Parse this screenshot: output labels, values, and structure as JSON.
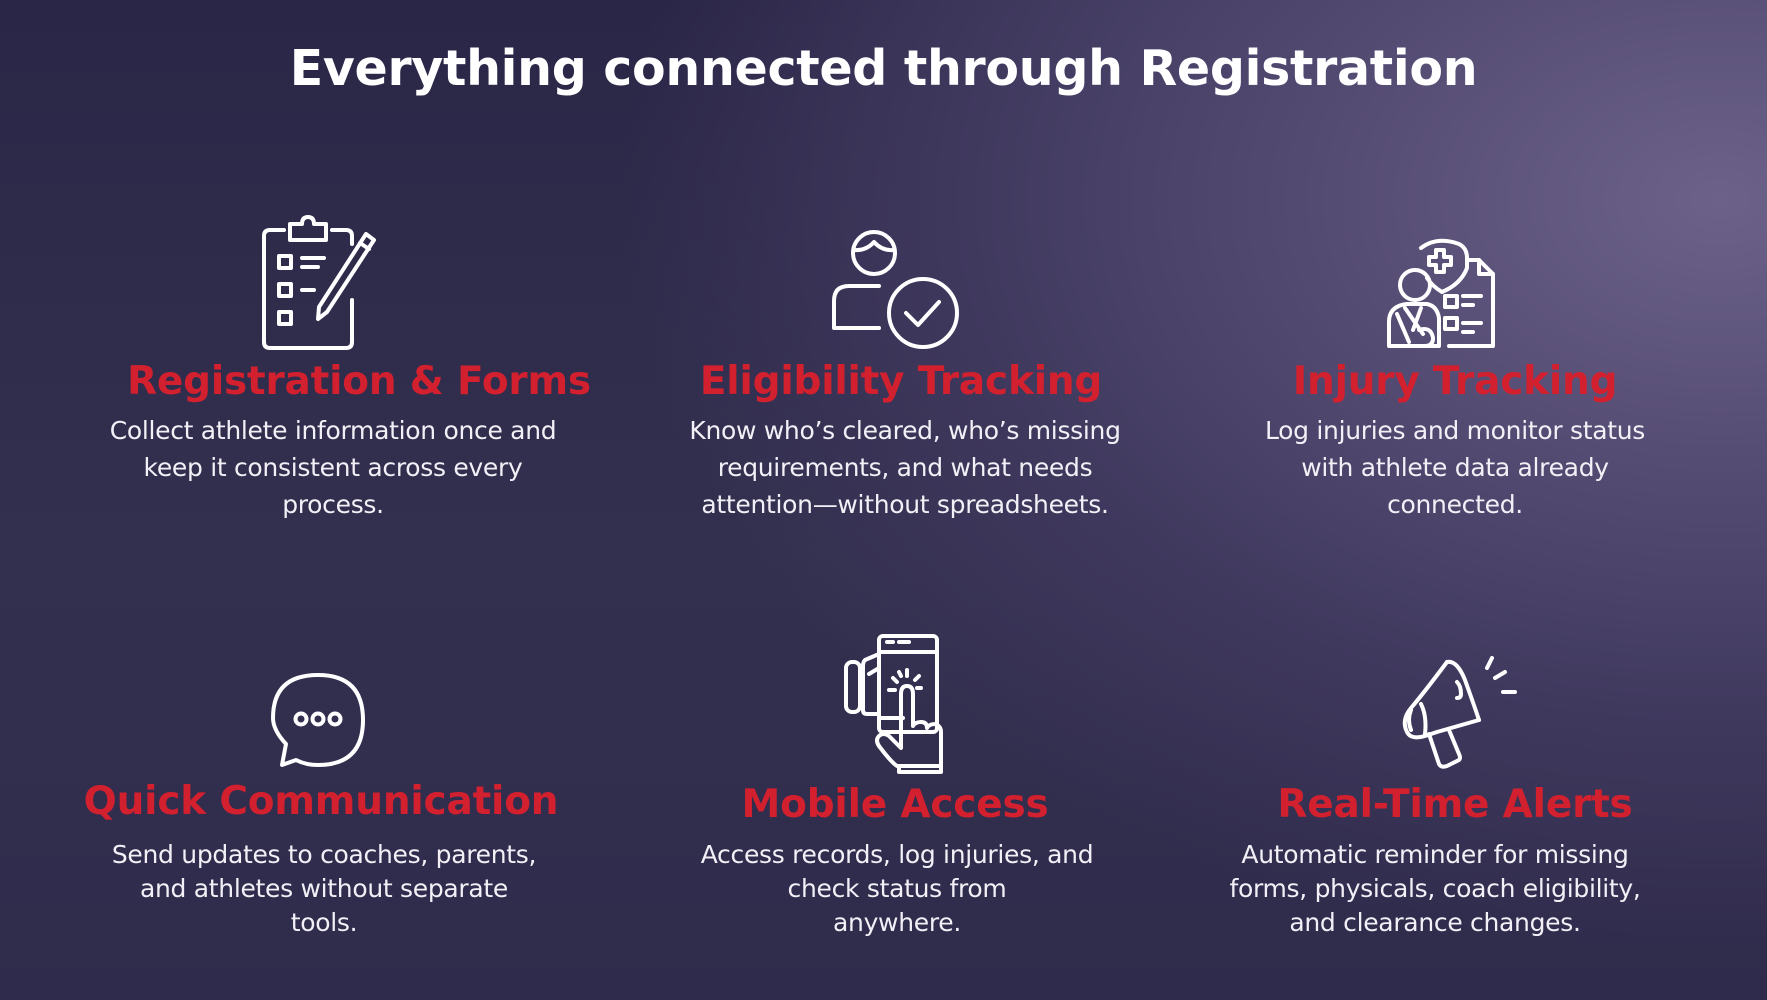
{
  "header": {
    "title": "Everything connected through Registration"
  },
  "theme": {
    "heading_color": "#d3202f",
    "text_color": "#ffffff",
    "background_dark": "#272442",
    "background_light": "#6a5f86"
  },
  "features": [
    {
      "icon": "clipboard-checklist-icon",
      "title": "Registration & Forms",
      "lines": [
        "Collect athlete information once and",
        "keep it consistent across every",
        "process."
      ]
    },
    {
      "icon": "user-check-icon",
      "title": "Eligibility Tracking",
      "lines": [
        "Know who’s cleared, who’s missing",
        "requirements, and what needs",
        "attention—without spreadsheets."
      ]
    },
    {
      "icon": "injured-athlete-medical-record-icon",
      "title": "Injury Tracking",
      "lines": [
        "Log injuries and monitor status",
        "with athlete data already",
        "connected."
      ]
    },
    {
      "icon": "speech-bubble-icon",
      "title": "Quick Communication",
      "lines": [
        "Send updates to coaches, parents,",
        "and athletes without separate",
        "tools."
      ]
    },
    {
      "icon": "mobile-tap-icon",
      "title": "Mobile Access",
      "lines": [
        "Access records, log injuries, and",
        "check status from",
        "anywhere."
      ]
    },
    {
      "icon": "megaphone-icon",
      "title": "Real-Time Alerts",
      "lines": [
        "Automatic reminder for missing",
        "forms, physicals, coach eligibility,",
        "and clearance changes."
      ]
    }
  ]
}
